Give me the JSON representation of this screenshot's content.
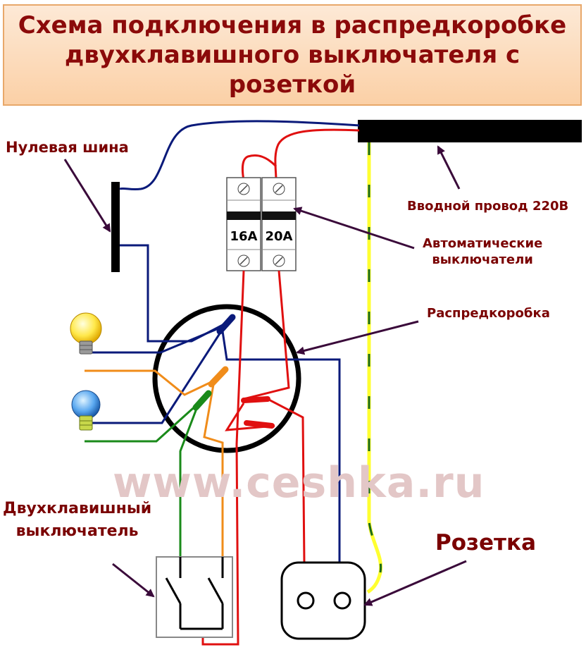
{
  "title": "Схема подключения в распредкоробке\nдвухклавишного выключателя с\nрозеткой",
  "labels": {
    "neutral_bus": "Нулевая шина",
    "input_wire": "Вводной провод 220В",
    "breakers": "Автоматические\nвыключатели",
    "junction_box": "Распредкоробка",
    "switch": "Двухклавишный\nвыключатель",
    "socket": "Розетка"
  },
  "breakers": [
    "16A",
    "20A"
  ],
  "watermark": "www.ceshka.ru",
  "colors": {
    "title_text": "#8b0a0a",
    "label_text": "#7a0000",
    "neutral_wire": "#0a1a7a",
    "phase_wire": "#e01010",
    "lamp1_wire": "#f08c1a",
    "lamp2_wire": "#1a8a1a",
    "ground_wire": "#ffff30",
    "arrow": "#3a0a3a"
  },
  "icons": [
    "light-bulb-yellow-icon",
    "light-bulb-blue-icon"
  ]
}
